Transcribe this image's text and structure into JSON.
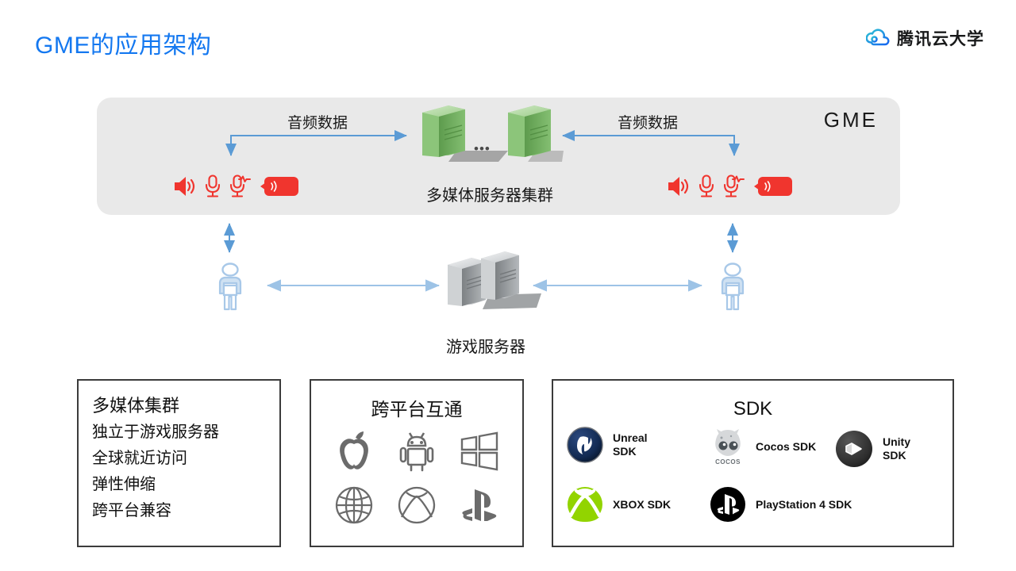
{
  "header": {
    "title": "GME的应用架构",
    "brand": "腾讯云大学",
    "brand_icon": "tencent-cloud-logo"
  },
  "diagram": {
    "gme_panel_label": "GME",
    "audio_label_left": "音频数据",
    "audio_label_right": "音频数据",
    "multimedia_server_label": "多媒体服务器集群",
    "game_server_label": "游戏服务器",
    "server_ellipsis": "•••",
    "audio_icons": [
      "speaker-icon",
      "microphone-icon",
      "microphone-waveform-icon",
      "voice-message-icon"
    ],
    "person_icon": "person-icon",
    "colors": {
      "panel_bg": "#e9e9e9",
      "arrow": "#5b9bd5",
      "audio_icon": "#f0352e",
      "person": "#a8c8e8",
      "mm_server": "#8fc97f",
      "game_server": "#b8bcbf",
      "title": "#1478f0"
    }
  },
  "boxes": {
    "multimedia_cluster": {
      "heading": "多媒体集群",
      "items": [
        "独立于游戏服务器",
        "全球就近访问",
        "弹性伸缩",
        "跨平台兼容"
      ]
    },
    "cross_platform": {
      "heading": "跨平台互通",
      "platforms": [
        {
          "name": "apple-icon"
        },
        {
          "name": "android-icon"
        },
        {
          "name": "windows-icon"
        },
        {
          "name": "web-globe-icon"
        },
        {
          "name": "xbox-icon"
        },
        {
          "name": "playstation-icon"
        }
      ]
    },
    "sdk": {
      "heading": "SDK",
      "items": [
        {
          "icon": "unreal-icon",
          "label": "Unreal\nSDK"
        },
        {
          "icon": "cocos-icon",
          "label": "Cocos SDK"
        },
        {
          "icon": "unity-icon",
          "label": "Unity\nSDK"
        },
        {
          "icon": "xbox-sdk-icon",
          "label": "XBOX SDK"
        },
        {
          "icon": "playstation-sdk-icon",
          "label": "PlayStation 4 SDK"
        }
      ]
    }
  }
}
